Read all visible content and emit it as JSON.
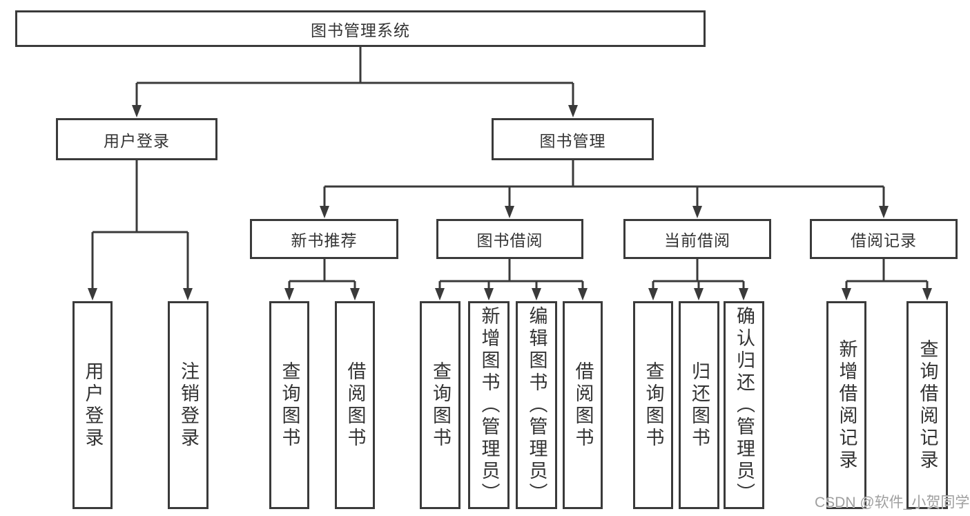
{
  "diagram": {
    "watermark": "CSDN @软件_小贺同学",
    "colors": {
      "line": "#3a3a3a",
      "text": "#333333",
      "background": "#ffffff",
      "watermark_text": "#9f9f9f"
    },
    "nodes": {
      "root": {
        "label": "图书管理系统"
      },
      "user_login": {
        "label": "用户登录"
      },
      "book_management": {
        "label": "图书管理"
      },
      "new_book_recommend": {
        "label": "新书推荐"
      },
      "book_borrow": {
        "label": "图书借阅"
      },
      "current_borrow": {
        "label": "当前借阅"
      },
      "borrow_records": {
        "label": "借阅记录"
      },
      "leaf_user_login": {
        "label": "用户登录"
      },
      "leaf_logout": {
        "label": "注销登录"
      },
      "leaf_query_books_1": {
        "label": "查询图书"
      },
      "leaf_borrow_books_1": {
        "label": "借阅图书"
      },
      "leaf_query_books_2": {
        "label": "查询图书"
      },
      "leaf_add_books": {
        "label": "新增图书（管理员）"
      },
      "leaf_edit_books": {
        "label": "编辑图书（管理员）"
      },
      "leaf_borrow_books_2": {
        "label": "借阅图书"
      },
      "leaf_query_books_3": {
        "label": "查询图书"
      },
      "leaf_return_books": {
        "label": "归还图书"
      },
      "leaf_confirm_return": {
        "label": "确认归还（管理员）"
      },
      "leaf_add_borrow_record": {
        "label": "新增借阅记录"
      },
      "leaf_query_borrow_record": {
        "label": "查询借阅记录"
      }
    }
  }
}
